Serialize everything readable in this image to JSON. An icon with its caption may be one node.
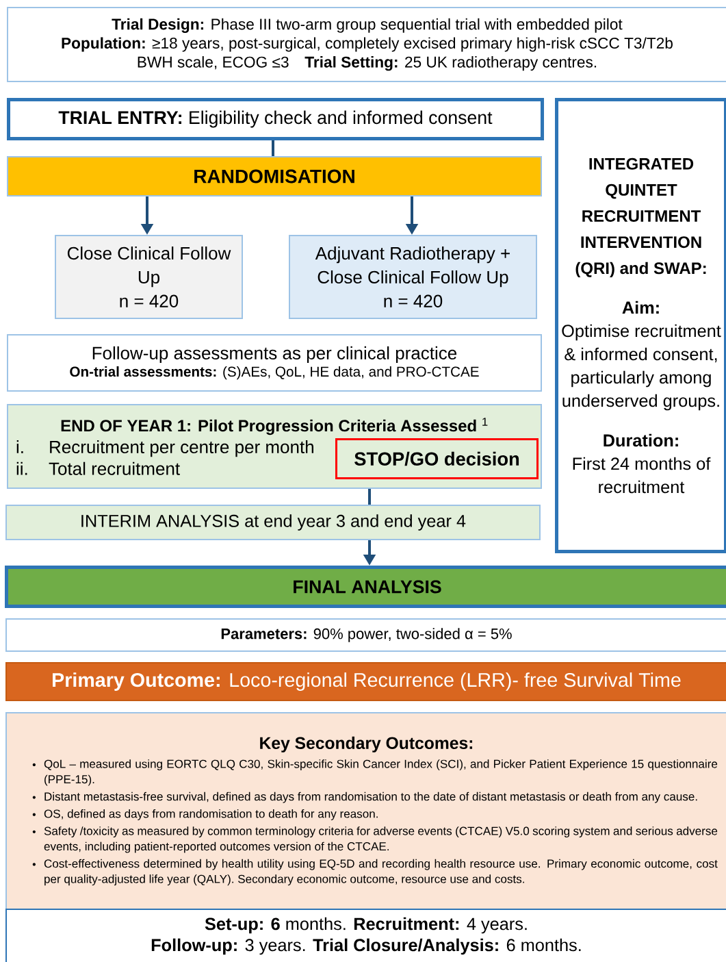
{
  "diagram": {
    "nodes": [
      {
        "text": [
          "**Trial Design:** Phase III two-arm group sequential trial with embedded pilot",
          "**Population:** ≥18 years, post-surgical, completely excised primary high-risk cSCC T3/T2b BWH scale, ECOG ≤3",
          "**Trial Setting:** 25 UK radiotherapy centres."
        ]
      },
      {
        "text": [
          "**TRIAL ENTRY:** Eligibility check and informed consent"
        ]
      },
      {
        "text": [
          "RANDOMISATION"
        ]
      },
      {
        "text": [
          "Close Clinical Follow Up",
          "n = 420"
        ]
      },
      {
        "text": [
          "Adjuvant Radiotherapy + Close Clinical Follow Up",
          "n = 420"
        ]
      },
      {
        "text": [
          "Follow-up assessments as per clinical practice",
          "**On-trial assessments:** (S)AEs, QoL, HE data, and PRO-CTCAE"
        ]
      },
      {
        "text": [
          "**END OF YEAR 1: Pilot Progression Criteria Assessed** $^{1}$",
          "i.",
          "Recruitment per centre per month",
          "ii.",
          "Total recruitment"
        ]
      },
      {
        "text": [
          "STOP/GO decision"
        ],
        "in": 6
      },
      {
        "text": [
          "INTERIM ANALYSIS at end year 3 and end year 4"
        ]
      },
      {
        "text": [
          "FINAL ANALYSIS"
        ]
      },
      {
        "text": [
          "**Parameters:** 90% power, two-sided α = 5%"
        ]
      },
      {
        "text": [
          "**Primary Outcome:** Loco-regional Recurrence (LRR)- free Survival Time"
        ]
      },
      {
        "text": [
          "Key Secondary Outcomes:",
          "QoL – measured using EORTC QLQ C30, Skin-specific Skin Cancer Index (SCI), and Picker Patient Experience 15 questionnaire (PPE-15).",
          "Distant metastasis-free survival, defined as days from randomisation to the date of distant metastasis or death from any cause.",
          "OS, defined as days from randomisation to death for any reason.",
          "Safety /toxicity as measured by common terminology criteria for adverse events (CTCAE) V5.0 scoring system and serious adverse events, including patient-reported outcomes version of the CTCAE.",
          "Cost-effectiveness determined by health utility using EQ-5D and recording health resource use. Primary economic outcome, cost per quality-adjusted life year (QALY). Secondary economic outcome, resource use and costs."
        ]
      },
      {
        "text": [
          "**Set-up: 6** months. **Recruitment:** 4 years.",
          "**Follow-up:** 3 years. **Trial Closure/Analysis:** 6 months."
        ]
      },
      {
        "text": [
          "INTEGRATED QUINTET RECRUITMENT INTERVENTION (QRI) and SWAP:",
          "Aim:",
          "Optimise recruitment & informed consent, particularly among underserved groups.",
          "Duration:",
          "First 24 months of recruitment"
        ]
      }
    ],
    "edges": [
      {
        "from": 1,
        "to": 2,
        "arrow": "none"
      },
      {
        "from": 2,
        "to": 3,
        "arrow": "to"
      },
      {
        "from": 2,
        "to": 4,
        "arrow": "to"
      },
      {
        "from": 6,
        "to": 8,
        "arrow": "none"
      },
      {
        "from": 8,
        "to": 9,
        "arrow": "to"
      }
    ]
  }
}
